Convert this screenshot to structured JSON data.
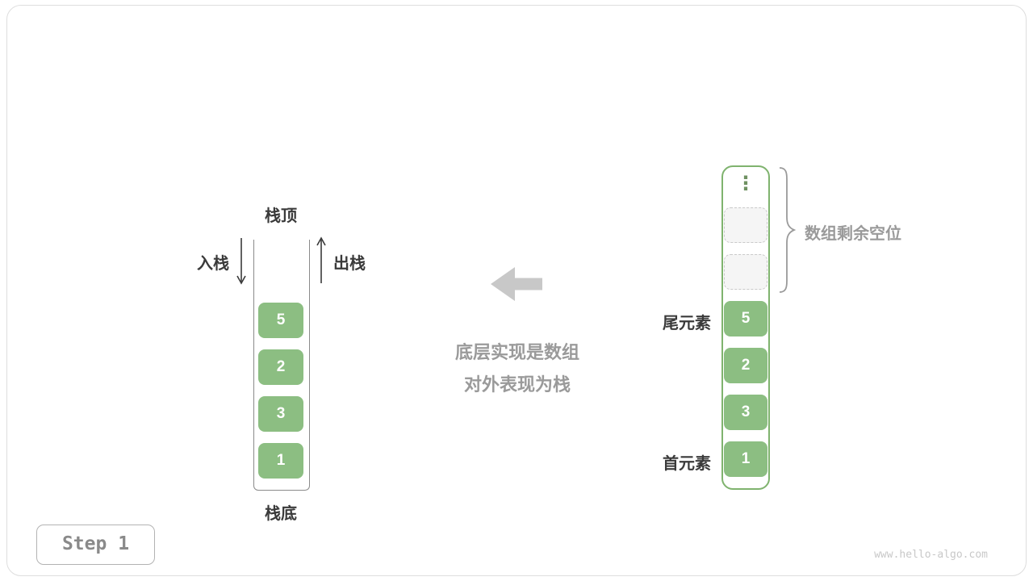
{
  "colors": {
    "cell_green": "#8CBE82",
    "array_border_green": "#7fb36e",
    "gray_text": "#9a9a9a",
    "dark_text": "#3a3a3a",
    "block_arrow_gray": "#c8c8c8",
    "empty_cell_bg": "#f5f5f5"
  },
  "stack": {
    "top_label": "栈顶",
    "bottom_label": "栈底",
    "push_label": "入栈",
    "pop_label": "出栈",
    "values": [
      "5",
      "2",
      "3",
      "1"
    ]
  },
  "center": {
    "caption_line1": "底层实现是数组",
    "caption_line2": "对外表现为栈"
  },
  "array": {
    "ellipsis": "⋮",
    "values": [
      "5",
      "2",
      "3",
      "1"
    ],
    "remaining_label": "数组剩余空位",
    "tail_label": "尾元素",
    "head_label": "首元素"
  },
  "footer": {
    "step_label": "Step 1",
    "watermark": "www.hello-algo.com"
  }
}
